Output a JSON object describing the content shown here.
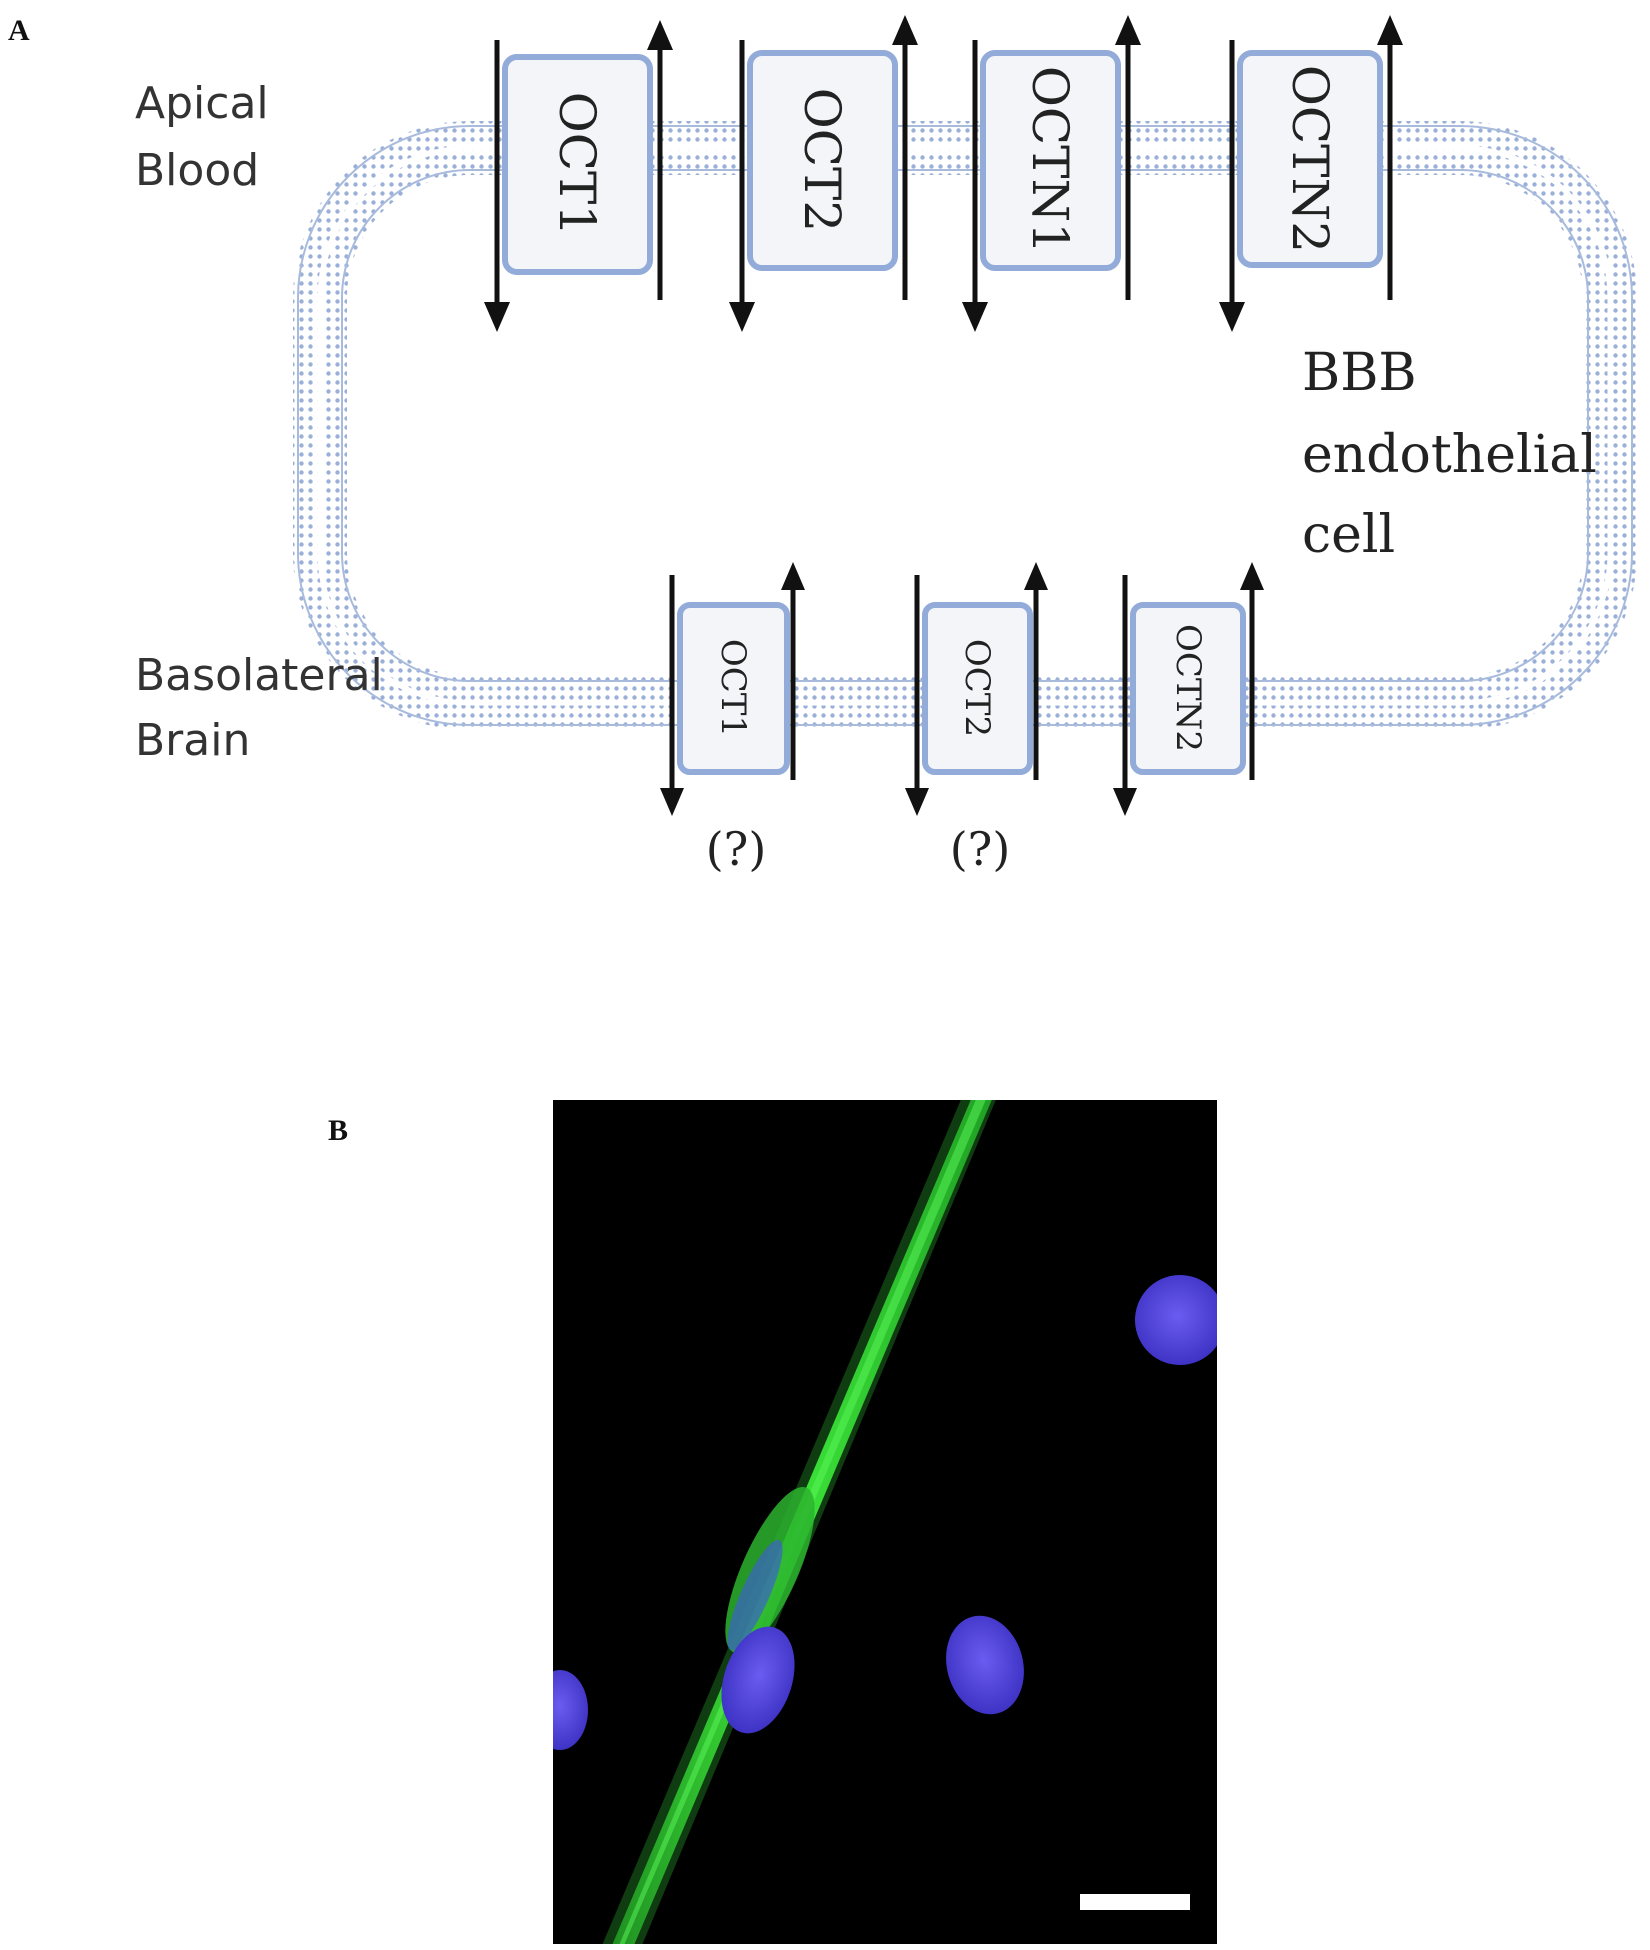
{
  "panel_a": {
    "letter": "A",
    "apical_lines": [
      "Apical",
      "Blood"
    ],
    "basolateral_lines": [
      "Basolateral",
      "Brain"
    ],
    "cell_lines": [
      "BBB",
      "endothelial",
      "cell"
    ],
    "apical_transporters": [
      "OCT1",
      "OCT2",
      "OCTN1",
      "OCTN2"
    ],
    "basolateral_transporters": [
      "OCT1",
      "OCT2",
      "OCTN2"
    ],
    "uncertain_marks": [
      "(?)",
      "(?)"
    ],
    "colors": {
      "membrane": "#8da4cf",
      "box_border": "#93abd8",
      "box_fill": "#f3f5f8",
      "arrow": "#111111"
    }
  },
  "panel_b": {
    "letter": "B",
    "image_content": "fluorescence micrograph: green-labelled capillary with blue nuclei and white scale bar",
    "colors": {
      "background": "#000000",
      "vessel": "#2fd12f",
      "nuclei": "#5545e0",
      "scale_bar": "#ffffff"
    }
  }
}
